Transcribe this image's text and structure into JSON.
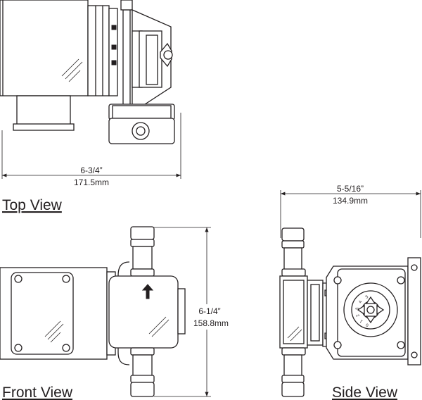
{
  "views": {
    "top": {
      "title": "Top View",
      "dim_fraction": "6-3/4”",
      "dim_metric": "171.5mm"
    },
    "side": {
      "title": "Side View",
      "dim_fraction": "5-5/16”",
      "dim_metric": "134.9mm"
    },
    "front": {
      "title": "Front View",
      "dim_fraction": "6-1/4”",
      "dim_metric": "158.8mm"
    }
  },
  "dial_marks": [
    "5",
    "4",
    "3",
    "2",
    "1",
    "0"
  ],
  "colors": {
    "line": "#231f20",
    "fill": "#ffffff",
    "shade": "#d9d9d9"
  }
}
